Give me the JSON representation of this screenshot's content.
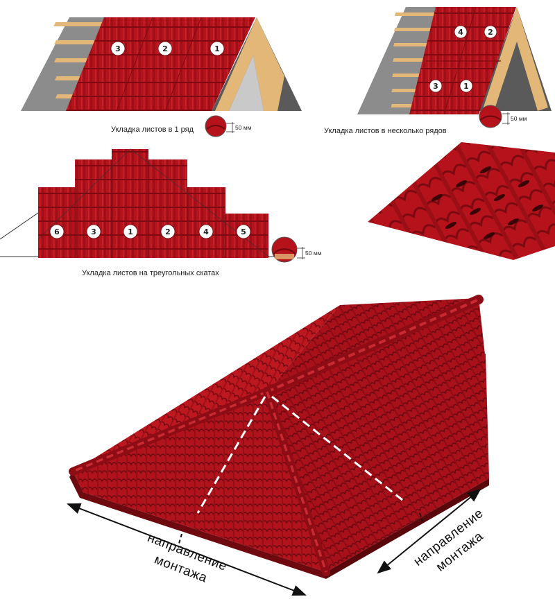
{
  "panel_1": {
    "caption": "Укладка листов в 1 ряд",
    "sheets": [
      "3",
      "2",
      "1"
    ],
    "overlap": "50 мм"
  },
  "panel_2": {
    "caption": "Укладка листов в несколько рядов",
    "sheets": [
      "4",
      "2",
      "3",
      "1"
    ],
    "overlap": "50 мм"
  },
  "panel_3": {
    "caption": "Укладка листов на треугольных скатах",
    "sheets": [
      "6",
      "3",
      "1",
      "2",
      "4",
      "5"
    ],
    "overlap": "50 мм"
  },
  "hip_roof": {
    "left_direction": [
      "направление",
      "монтажа"
    ],
    "right_direction": [
      "направление",
      "монтажа"
    ]
  },
  "colors": {
    "tile_red": "#b5121b",
    "tile_dark": "#7d0a10",
    "timber": "#e2b777",
    "underlay": "#8c8c8c",
    "gable_grey": "#5a5a5a"
  }
}
